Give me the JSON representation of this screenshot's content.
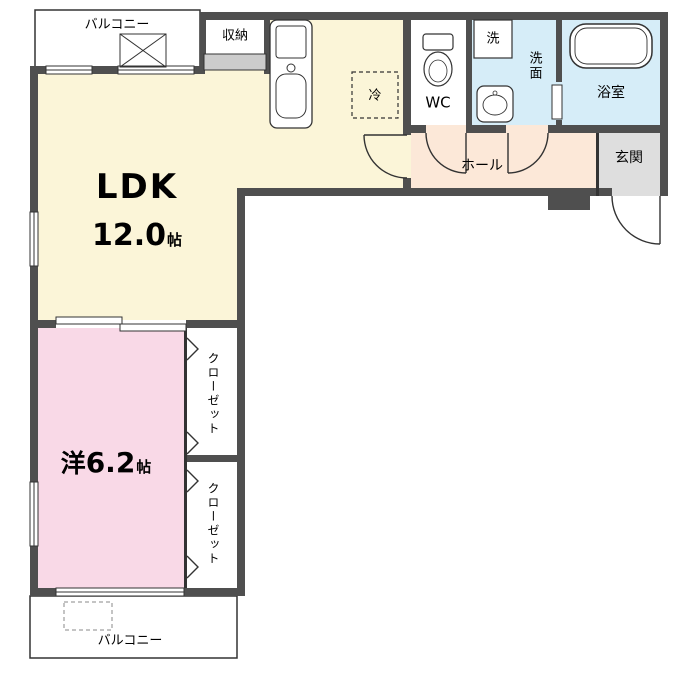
{
  "plan": {
    "colors": {
      "wall": "#4f4f4f",
      "ldk": "#fbf5d8",
      "bedroom": "#f9d9e7",
      "wet": "#d6edf8",
      "hall": "#fce8d8",
      "entrance": "#dedede",
      "storage_door": "#cccccc"
    },
    "rooms": {
      "ldk": {
        "name": "LDK",
        "size": "12.0",
        "unit": "帖"
      },
      "bedroom": {
        "name": "洋",
        "size": "6.2",
        "unit": "帖"
      },
      "hall": {
        "label": "ホール"
      },
      "entrance": {
        "label": "玄関"
      },
      "wc": {
        "label": "WC"
      },
      "washroom": {
        "label": "洗面"
      },
      "washer": {
        "label": "洗"
      },
      "bathroom": {
        "label": "浴室"
      },
      "storage": {
        "label": "収納"
      },
      "fridge": {
        "label": "冷"
      },
      "closet_upper": {
        "label": "クローゼット"
      },
      "closet_lower": {
        "label": "クローゼット"
      },
      "balcony_top": {
        "label": "バルコニー"
      },
      "balcony_bottom": {
        "label": "バルコニー"
      }
    }
  }
}
